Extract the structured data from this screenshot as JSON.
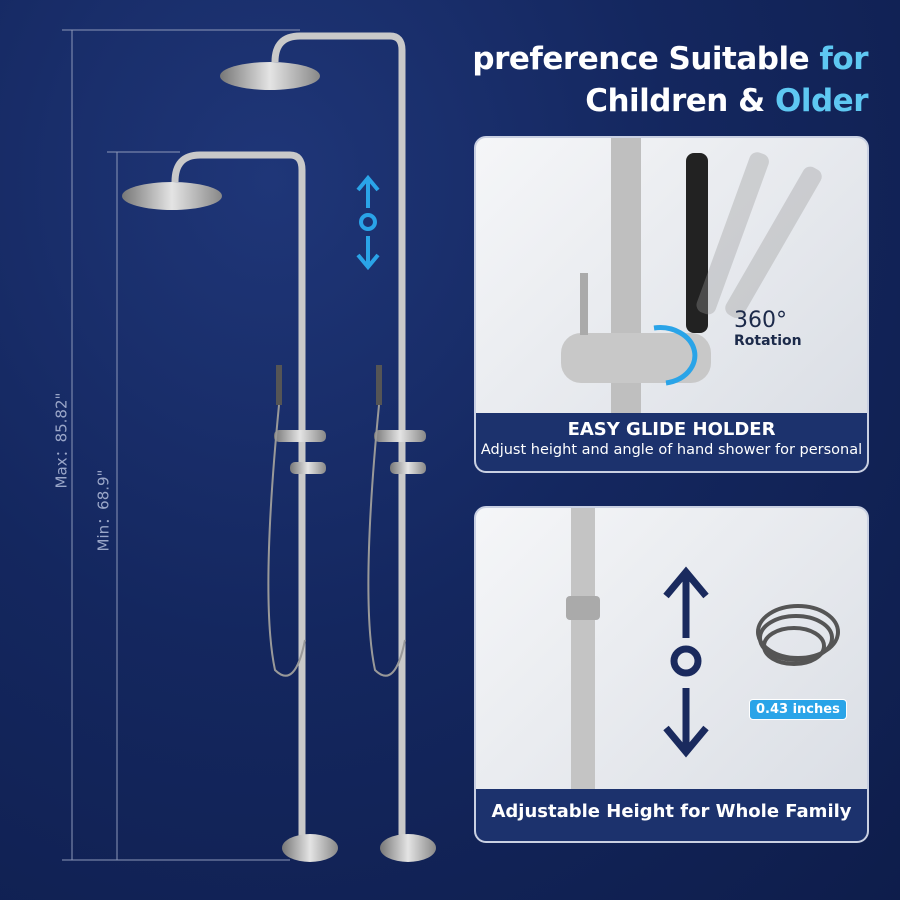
{
  "headline": {
    "line1_white": "preference Suitable",
    "line1_accent": "for",
    "line2_white": "Children &",
    "line2_accent": "Older"
  },
  "dimensions": {
    "max_label": "Max：85.82\"",
    "min_label": "Min：68.9\""
  },
  "feature1": {
    "title": "EASY GLIDE HOLDER",
    "description": "Adjust height and angle of hand shower for personal",
    "rotation_value": "360°",
    "rotation_label": "Rotation"
  },
  "feature2": {
    "title": "Adjustable Height for Whole Family",
    "hose_badge": "0.43 inches"
  },
  "colors": {
    "background": "#14275f",
    "accent": "#5ec8f2",
    "band": "#1c326d",
    "arrow_blue": "#2aa4e8",
    "arrow_dark": "#1a2a5e"
  }
}
